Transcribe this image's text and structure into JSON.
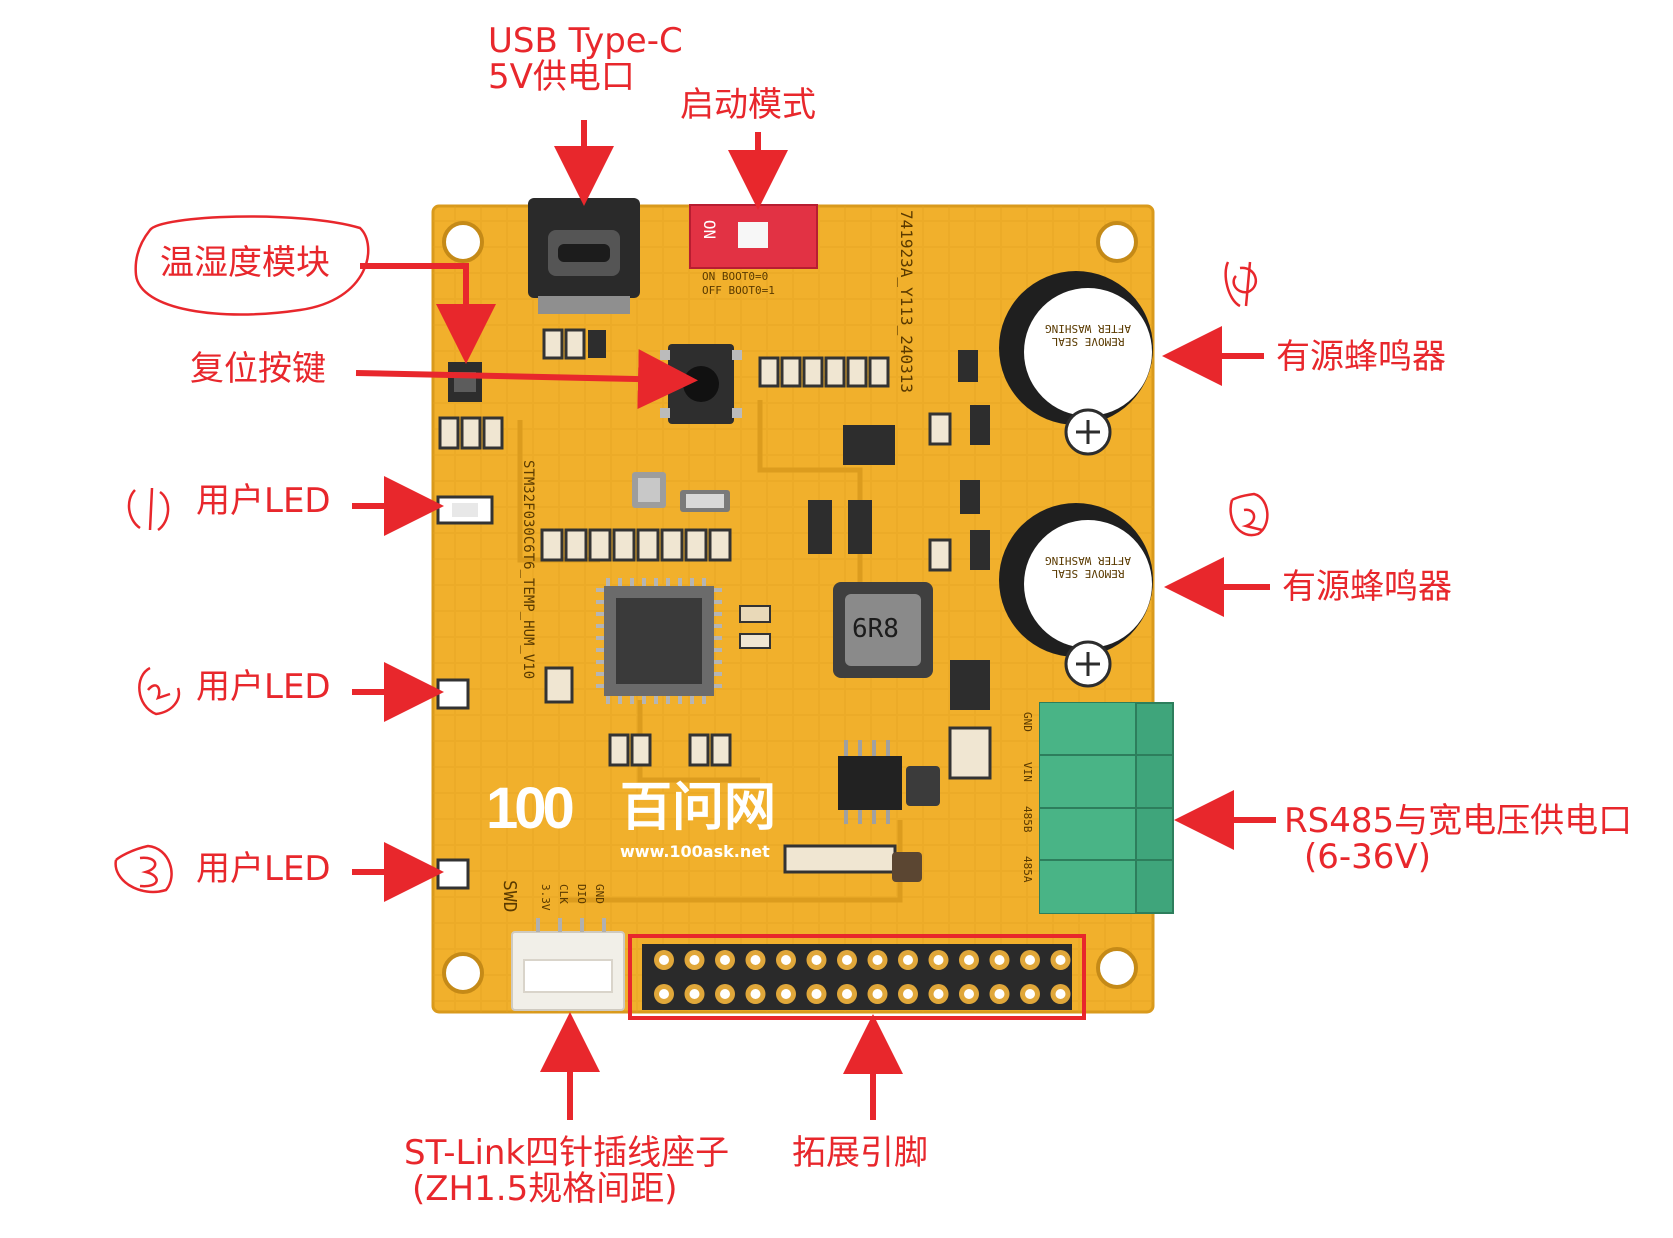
{
  "colors": {
    "annotation": "#e8272c",
    "pcb": "#f1b02c",
    "pcb_dark": "#d99a1c",
    "terminal": "#3fa57b",
    "dip_switch": "#e23244"
  },
  "labels": {
    "usb_line1": "USB Type-C",
    "usb_line2": "5V供电口",
    "boot_mode": "启动模式",
    "temp_humidity": "温湿度模块",
    "reset_button": "复位按键",
    "user_led_1": "用户LED",
    "user_led_2": "用户LED",
    "user_led_3": "用户LED",
    "buzzer_1": "有源蜂鸣器",
    "buzzer_2": "有源蜂鸣器",
    "rs485_line1": "RS485与宽电压供电口",
    "rs485_line2": "(6-36V)",
    "stlink_line1": "ST-Link四针插线座子",
    "stlink_line2": "(ZH1.5规格间距)",
    "expansion": "拓展引脚"
  },
  "board": {
    "logo_number": "100",
    "logo_text": "百问网",
    "website": "www.100ask.net",
    "inductor_code": "6R8",
    "board_id": "741923A_Y113_240313",
    "mcu_silk": "STM32F030C6T6_TEMP_HUM_V10",
    "swd": "SWD",
    "dip_on": "ON",
    "boot_on": "ON  BOOT0=0",
    "boot_off": "OFF BOOT0=1",
    "buzzer_seal": "REMOVE SEAL AFTER WASHING",
    "swd_pins": [
      "3.3V",
      "CLK",
      "DIO",
      "GND"
    ],
    "terminal_pins": [
      "GND",
      "VIN",
      "485B",
      "485A"
    ]
  }
}
